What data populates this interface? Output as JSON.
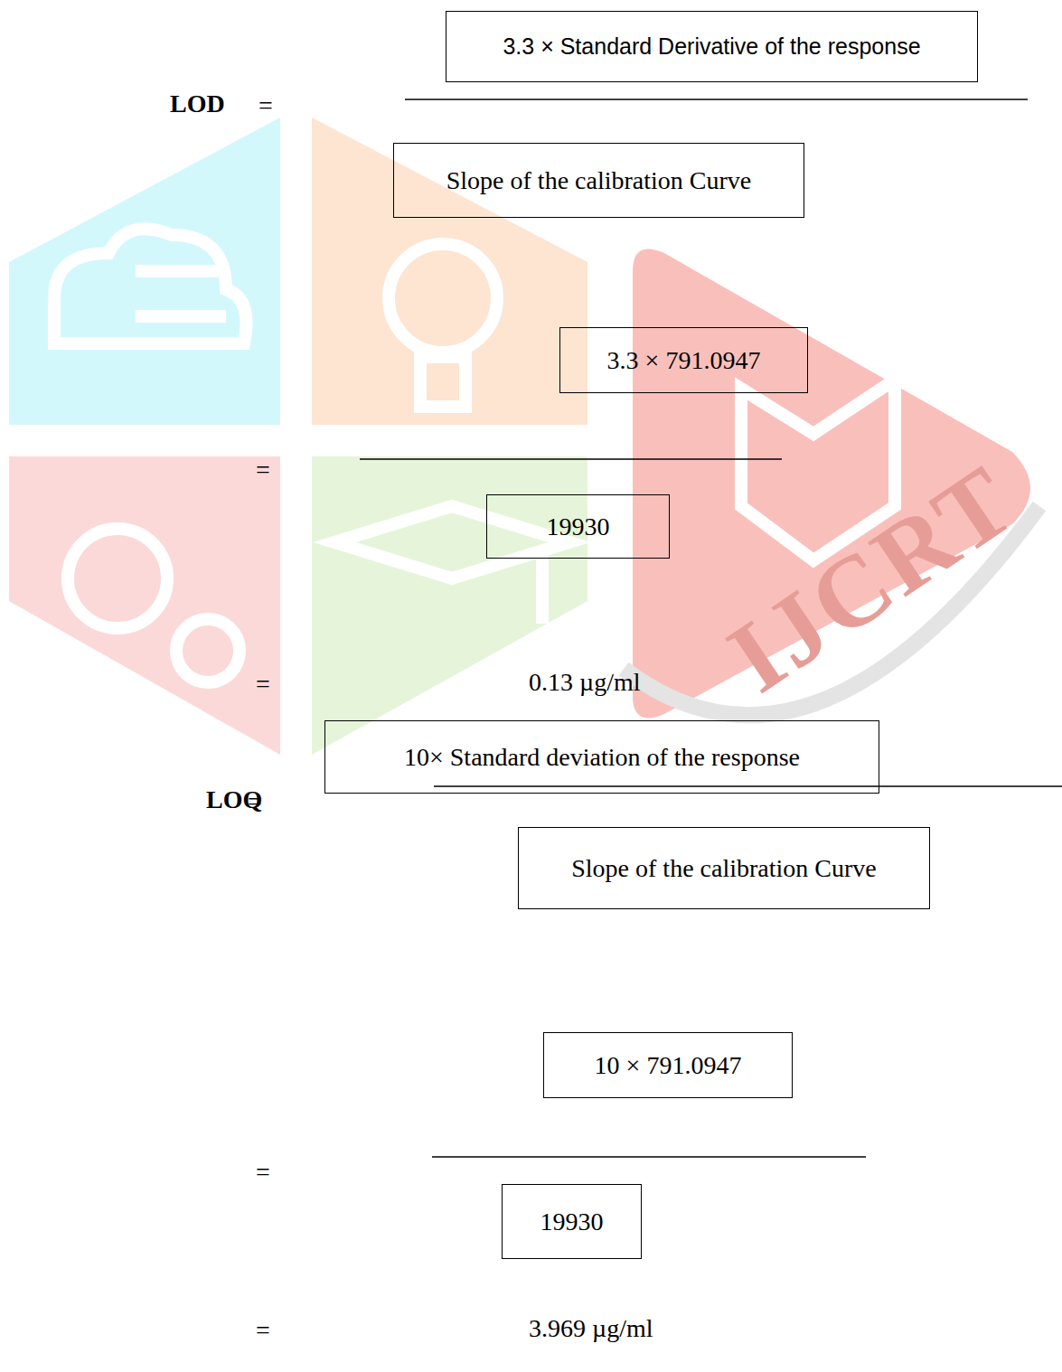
{
  "diagram": {
    "nodes": [
      {
        "text": [
          "3.3 × Standard Derivative of the response"
        ]
      },
      {
        "text": [
          "Slope of the calibration Curve"
        ]
      },
      {
        "text": [
          "3.3 × 791.0947"
        ]
      },
      {
        "text": [
          "19930"
        ]
      },
      {
        "text": [
          "10× Standard deviation of the response"
        ]
      },
      {
        "text": [
          "Slope of the calibration Curve"
        ]
      },
      {
        "text": [
          "10 × 791.0947"
        ]
      },
      {
        "text": [
          "19930"
        ]
      }
    ],
    "labels": [
      "LOD",
      "=",
      "=",
      "=",
      "0.13 µg/ml",
      "LOQ",
      "=",
      "=",
      "=",
      "3.969 µg/ml",
      "IJCRT"
    ]
  }
}
